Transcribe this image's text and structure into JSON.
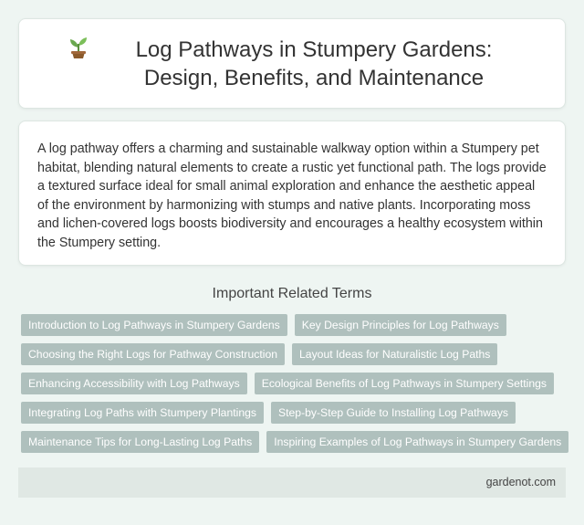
{
  "header": {
    "title": "Log Pathways in Stumpery Gardens: Design, Benefits, and Maintenance",
    "icon": "seedling-icon"
  },
  "intro": {
    "text": "A log pathway offers a charming and sustainable walkway option within a Stumpery pet habitat, blending natural elements to create a rustic yet functional path. The logs provide a textured surface ideal for small animal exploration and enhance the aesthetic appeal of the environment by harmonizing with stumps and native plants. Incorporating moss and lichen-covered logs boosts biodiversity and encourages a healthy ecosystem within the Stumpery setting."
  },
  "related": {
    "title": "Important Related Terms",
    "terms": [
      "Introduction to Log Pathways in Stumpery Gardens",
      "Key Design Principles for Log Pathways",
      "Choosing the Right Logs for Pathway Construction",
      "Layout Ideas for Naturalistic Log Paths",
      "Enhancing Accessibility with Log Pathways",
      "Ecological Benefits of Log Pathways in Stumpery Settings",
      "Integrating Log Paths with Stumpery Plantings",
      "Step-by-Step Guide to Installing Log Pathways",
      "Maintenance Tips for Long-Lasting Log Paths",
      "Inspiring Examples of Log Pathways in Stumpery Gardens"
    ]
  },
  "footer": {
    "site": "gardenot.com"
  },
  "colors": {
    "background": "#eef5f2",
    "tag": "#afc0bd",
    "footer": "#e0e8e4"
  }
}
